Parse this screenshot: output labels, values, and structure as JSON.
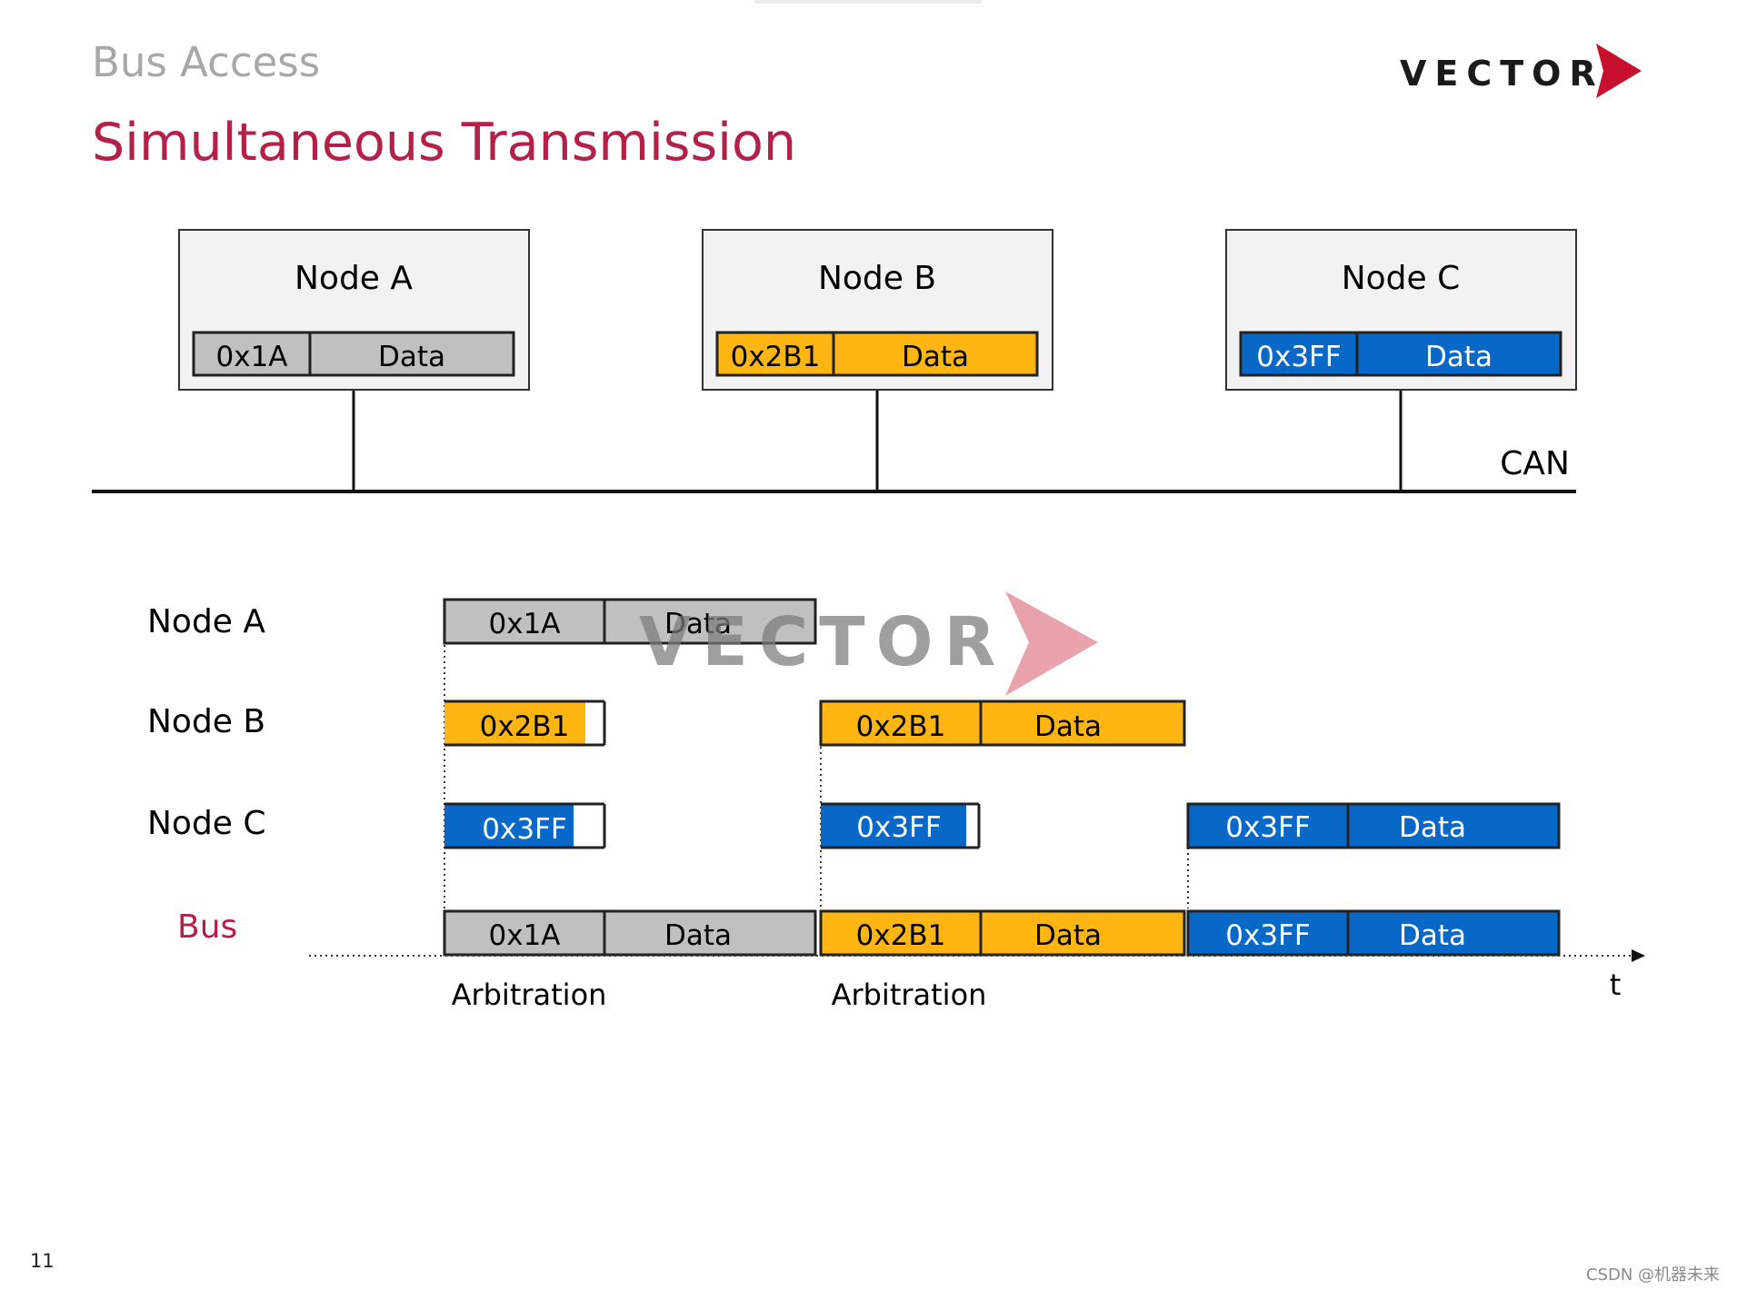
{
  "header": {
    "section": "Bus Access",
    "title": "Simultaneous Transmission",
    "logo_text": "VECTOR"
  },
  "topology": {
    "bus_label": "CAN",
    "nodes": [
      {
        "name": "Node A",
        "id": "0x1A",
        "data": "Data"
      },
      {
        "name": "Node B",
        "id": "0x2B1",
        "data": "Data"
      },
      {
        "name": "Node C",
        "id": "0x3FF",
        "data": "Data"
      }
    ]
  },
  "timing": {
    "rows": [
      "Node A",
      "Node B",
      "Node C",
      "Bus"
    ],
    "a": {
      "id": "0x1A",
      "data": "Data"
    },
    "b1": {
      "id": "0x2B1"
    },
    "c1": {
      "id": "0x3FF"
    },
    "b2": {
      "id": "0x2B1",
      "data": "Data"
    },
    "c2": {
      "id": "0x3FF"
    },
    "c3": {
      "id": "0x3FF",
      "data": "Data"
    },
    "bus": [
      {
        "id": "0x1A",
        "data": "Data"
      },
      {
        "id": "0x2B1",
        "data": "Data"
      },
      {
        "id": "0x3FF",
        "data": "Data"
      }
    ],
    "arbitration": [
      "Arbitration",
      "Arbitration"
    ],
    "time_axis_label": "t",
    "watermark_text": "VECTOR"
  },
  "colors": {
    "gray": "#c0c0c0",
    "orange": "#ffb612",
    "blue": "#0868c8",
    "title_red": "#b3214a",
    "accent_red": "#c8102e",
    "watermark_red": "#e07f8f"
  },
  "footer": {
    "page_number": "11",
    "credit": "CSDN @机器未来"
  }
}
